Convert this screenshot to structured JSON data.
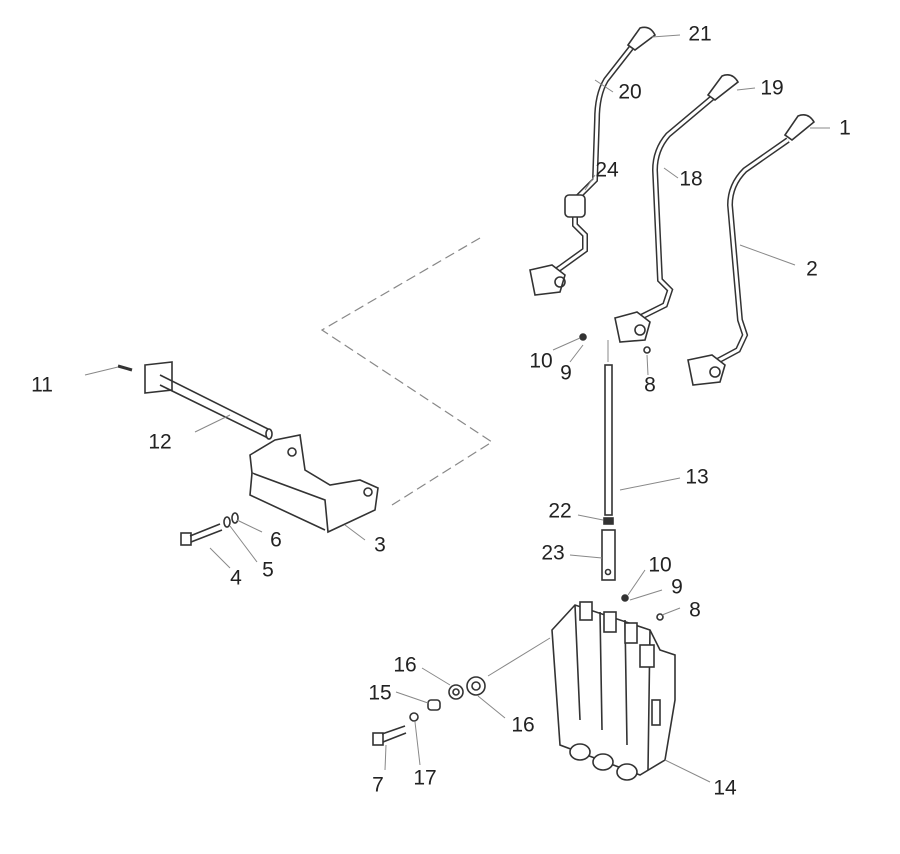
{
  "title": "Control lever assembly exploded parts diagram",
  "callouts": [
    "21",
    "20",
    "19",
    "1",
    "24",
    "18",
    "2",
    "10",
    "9",
    "8",
    "11",
    "12",
    "13",
    "22",
    "6",
    "3",
    "5",
    "4",
    "23",
    "10",
    "9",
    "8",
    "16",
    "15",
    "16",
    "7",
    "17",
    "14"
  ],
  "colors": {
    "line": "#333333",
    "leader": "#888888"
  }
}
